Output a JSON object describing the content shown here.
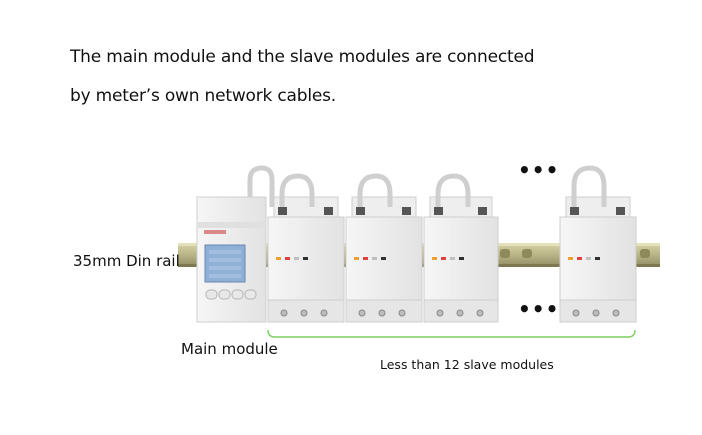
{
  "captions": {
    "line1": "The main module and the slave modules are connected",
    "line2": "by meter’s own network cables."
  },
  "labels": {
    "din_rail": "35mm Din rail",
    "main_module": "Main module",
    "slave_count": "Less than 12 slave modules"
  },
  "ellipsis": {
    "top": "•••",
    "bottom": "•••"
  },
  "colors": {
    "rail": "#b9b58a",
    "module_body": "#ececec",
    "brace": "#7fcf62",
    "lcd": "#8fb0d6"
  },
  "leds": [
    "#f0a030",
    "#e04040",
    "#c0c0c0",
    "#303030"
  ]
}
